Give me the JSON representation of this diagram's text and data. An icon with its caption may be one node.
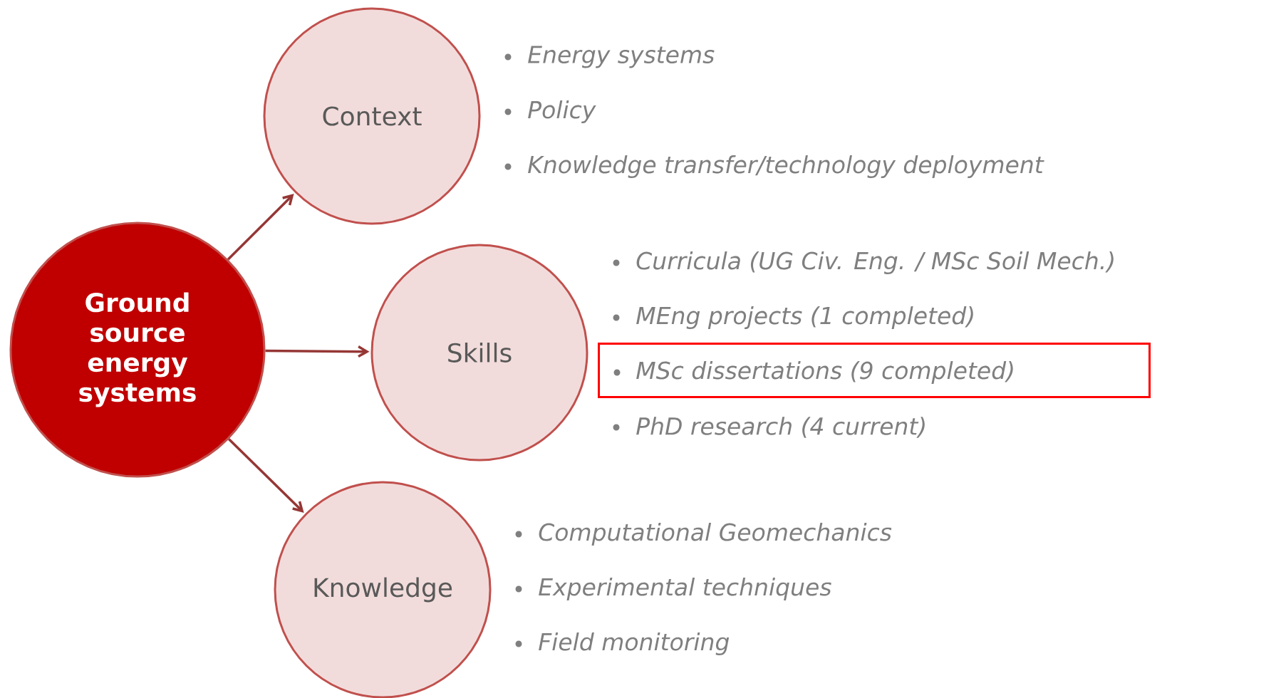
{
  "diagram": {
    "nodes": [
      {
        "text": [
          "Ground source energy systems"
        ]
      },
      {
        "text": [
          "Context"
        ]
      },
      {
        "text": [
          "Skills"
        ]
      },
      {
        "text": [
          "Knowledge"
        ]
      },
      {
        "text": [
          "MSc dissertations (9 completed)"
        ]
      }
    ],
    "edges": [
      {
        "from": 0,
        "to": 1,
        "arrow": "to"
      },
      {
        "from": 0,
        "to": 2,
        "arrow": "to"
      },
      {
        "from": 0,
        "to": 3,
        "arrow": "to"
      }
    ],
    "labels": [
      "Energy systems",
      "Policy",
      "Knowledge transfer/technology deployment",
      "Curricula (UG Civ. Eng. / MSc Soil Mech.)",
      "MEng projects (1 completed)",
      "PhD research (4 current)",
      "Computational Geomechanics",
      "Experimental techniques",
      "Field monitoring"
    ]
  }
}
